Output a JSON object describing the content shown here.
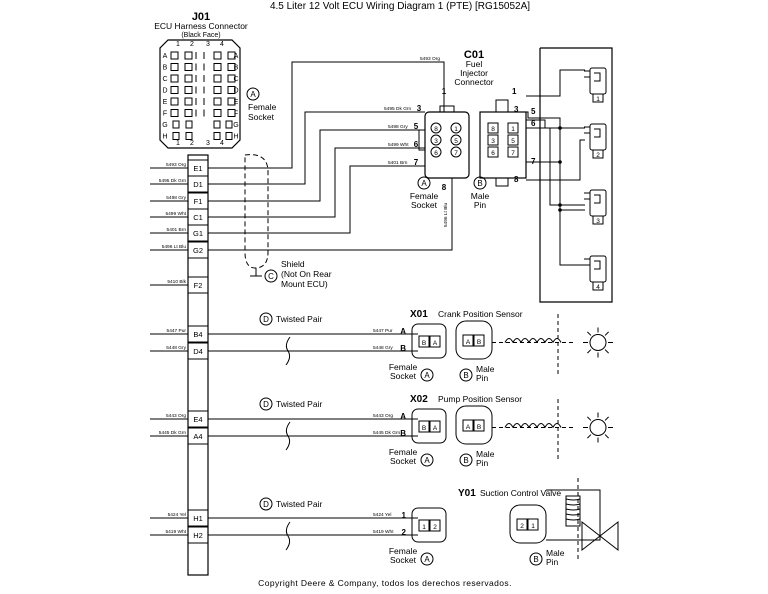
{
  "title": "4.5 Liter 12 Volt ECU Wiring Diagram 1 (PTE) [RG15052A]",
  "copyright": "Copyright Deere & Company, todos los derechos reservados.",
  "j01": {
    "id": "J01",
    "name1": "ECU Harness Connector",
    "name2": "(Black Face)",
    "top_numbers": [
      "1",
      "2",
      "3",
      "4"
    ],
    "letters": [
      "A",
      "B",
      "C",
      "D",
      "E",
      "F",
      "G",
      "H"
    ],
    "socket_letter": "A",
    "socket_label1": "Female",
    "socket_label2": "Socket"
  },
  "pins": [
    {
      "pin": "E1",
      "wire": "5493 Org"
    },
    {
      "pin": "D1",
      "wire": "5495 Dk Grn"
    },
    {
      "pin": "F1",
      "wire": "5498 Gry"
    },
    {
      "pin": "C1",
      "wire": "5499 Wht"
    },
    {
      "pin": "G1",
      "wire": "5401 Brn"
    },
    {
      "pin": "G2",
      "wire": "5496 Lt Blu"
    },
    {
      "pin": "F2",
      "wire": "5410 Blk"
    },
    {
      "pin": "B4",
      "wire": "5447 Pur"
    },
    {
      "pin": "D4",
      "wire": "5448 Gry"
    },
    {
      "pin": "E4",
      "wire": "5443 Org"
    },
    {
      "pin": "A4",
      "wire": "5445 Dk Grn"
    },
    {
      "pin": "H1",
      "wire": "5424 Yel"
    },
    {
      "pin": "H2",
      "wire": "5419 Wht"
    }
  ],
  "shield": {
    "letter": "C",
    "line1": "Shield",
    "line2": "(Not On Rear",
    "line3": "Mount ECU)"
  },
  "c01": {
    "id": "C01",
    "name1": "Fuel",
    "name2": "Injector",
    "name3": "Connector",
    "female_letter": "A",
    "female1": "Female",
    "female2": "Socket",
    "male_letter": "B",
    "male1": "Male",
    "male2": "Pin",
    "wires": [
      {
        "label": "5493 Org",
        "pin": "1"
      },
      {
        "label": "5495 Dk Grn",
        "pin": "3"
      },
      {
        "label": "5498 Gry",
        "pin": "5"
      },
      {
        "label": "5499 Wht",
        "pin": "6"
      },
      {
        "label": "5401 Brn",
        "pin": "7"
      },
      {
        "label": "5496 Lt Blu",
        "pin": "8"
      }
    ],
    "female_cavities": [
      "8",
      "1",
      "3",
      "5",
      "6",
      "7"
    ],
    "male_cavities": [
      "8",
      "1",
      "3",
      "5",
      "6",
      "7"
    ],
    "right_pins": [
      "1",
      "3",
      "5",
      "6",
      "7",
      "8"
    ]
  },
  "injectors": [
    "1",
    "2",
    "3",
    "4"
  ],
  "twisted_pair": {
    "letter": "D",
    "label": "Twisted Pair"
  },
  "x01": {
    "id": "X01",
    "name": "Crank Position Sensor",
    "wires": [
      {
        "label": "5447 Pur",
        "pin": "A"
      },
      {
        "label": "5448 Gry",
        "pin": "B"
      }
    ],
    "female_letter": "A",
    "female1": "Female",
    "female2": "Socket",
    "male_letter": "B",
    "male1": "Male",
    "male2": "Pin",
    "cavities": [
      "B",
      "A"
    ],
    "male_cavities": [
      "A",
      "B"
    ]
  },
  "x02": {
    "id": "X02",
    "name": "Pump Position Sensor",
    "wires": [
      {
        "label": "5443 Org",
        "pin": "A"
      },
      {
        "label": "5445 Dk Grn",
        "pin": "B"
      }
    ],
    "female_letter": "A",
    "female1": "Female",
    "female2": "Socket",
    "male_letter": "B",
    "male1": "Male",
    "male2": "Pin",
    "cavities": [
      "B",
      "A"
    ],
    "male_cavities": [
      "A",
      "B"
    ]
  },
  "y01": {
    "id": "Y01",
    "name": "Suction Control Valve",
    "wires": [
      {
        "label": "5424 Yel",
        "pin": "1"
      },
      {
        "label": "5419 Wht",
        "pin": "2"
      }
    ],
    "female_letter": "A",
    "female1": "Female",
    "female2": "Socket",
    "male_letter": "B",
    "male1": "Male",
    "male2": "Pin",
    "cavities": [
      "1",
      "2"
    ],
    "male_cavities": [
      "2",
      "1"
    ]
  }
}
